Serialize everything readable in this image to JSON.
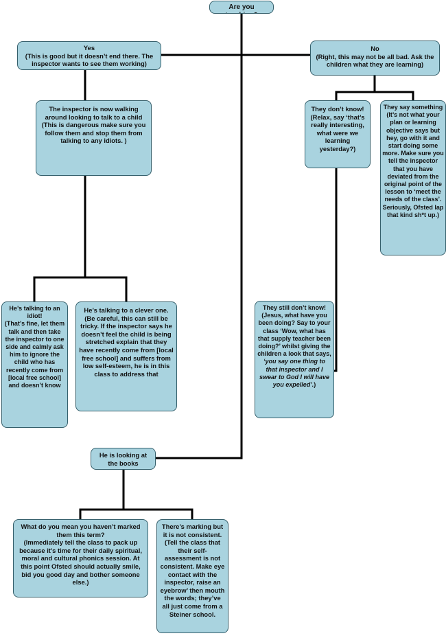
{
  "nodes": {
    "root": "Are you teaching?",
    "yes": {
      "title": "Yes",
      "body": "(This is good but it doesn’t end there. The inspector wants to see them working)"
    },
    "no": {
      "title": "No",
      "body": "(Right, this may not be all bad. Ask the children what they are learning)"
    },
    "walking": {
      "title": "The inspector is now walking around looking to talk to a child",
      "body": "(This is dangerous make sure you follow them and stop them from talking to any idiots. )"
    },
    "dont_know": {
      "title": "They don’t know!",
      "body": "(Relax, say ‘that’s really interesting, what were we learning yesterday?)"
    },
    "say_something": {
      "title": "They say something",
      "body": "(It’s not what your plan or learning objective says but hey, go with it and start doing some more. Make sure you tell the inspector that you have deviated from the original point of the lesson to ‘meet the needs of the class’. Seriously, Ofsted lap that kind sh*t up.)"
    },
    "idiot": {
      "title": "He’s talking to an idiot!",
      "body": "(That’s fine, let them talk and then take the inspector to one side and calmly ask him to ignore the child who has recently come from [local free school] and doesn’t know"
    },
    "clever": {
      "title": "He’s talking to a clever one.",
      "body": "(Be careful, this can still be tricky. If the inspector says he doesn’t feel the child is being stretched explain that they have recently come from [local free school] and suffers from low self-esteem, he is in this class to address that"
    },
    "still_dont_know": {
      "title": "They still don’t know!",
      "body": "(Jesus, what have you been doing? Say to your class ‘Wow, what has that supply teacher been doing?’ whilst giving the children a look that says,",
      "quote": "‘you say one thing to that inspector and I swear to God I will have you expelled’.",
      "end": ")"
    },
    "books": "He is looking at the books",
    "not_marked": {
      "title": "What do you mean you haven’t marked them this term?",
      "body": "(Immediately tell the class to pack up because it’s time for their daily spiritual, moral and cultural phonics session. At this point Ofsted should actually smile, bid you good day and bother someone else.)"
    },
    "not_consistent": {
      "title": "There’s marking but it is not consistent.",
      "body": "(Tell the class that their self-assessment is not consistent. Make eye contact with the inspector, raise an eyebrow’ then mouth the words; they’ve all just come from a Steiner school."
    }
  },
  "colors": {
    "box_fill": "#a9d3df",
    "box_border": "#355f6b",
    "connector": "#000000",
    "text": "#111111"
  }
}
